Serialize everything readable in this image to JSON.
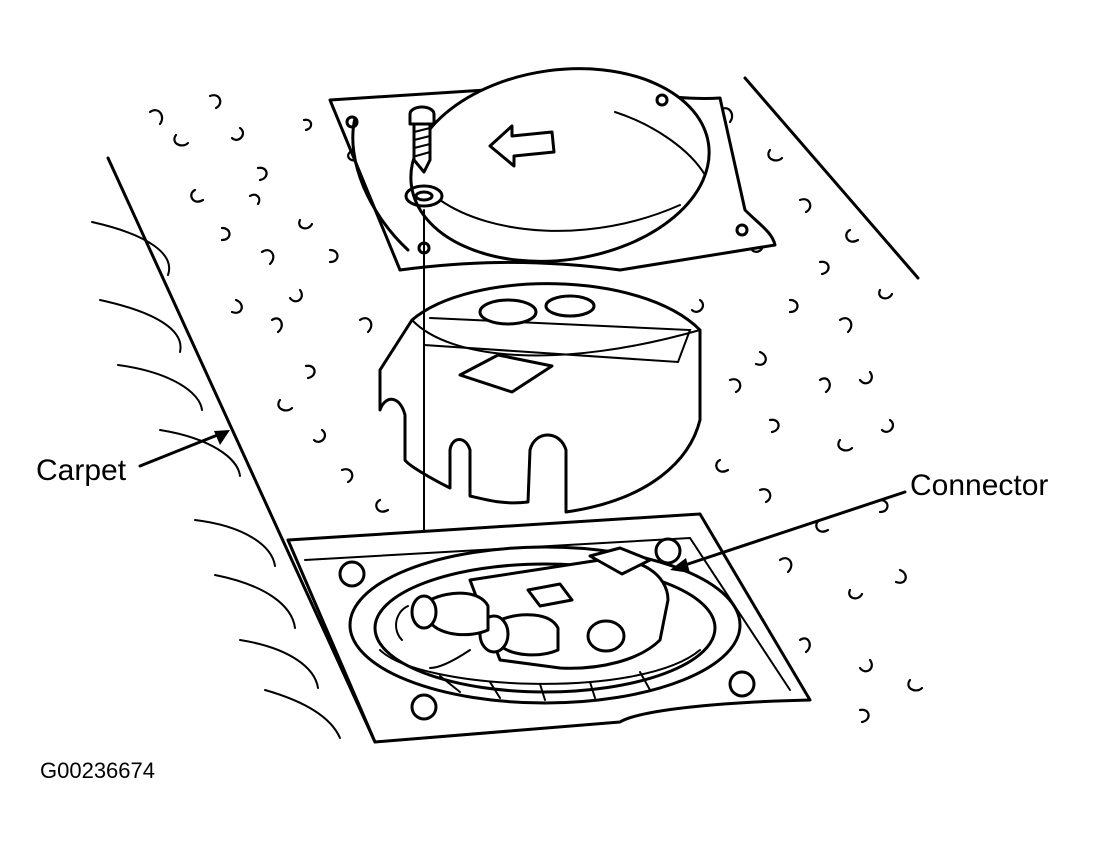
{
  "labels": {
    "carpet": "Carpet",
    "connector": "Connector"
  },
  "figure_id": "G00236674"
}
